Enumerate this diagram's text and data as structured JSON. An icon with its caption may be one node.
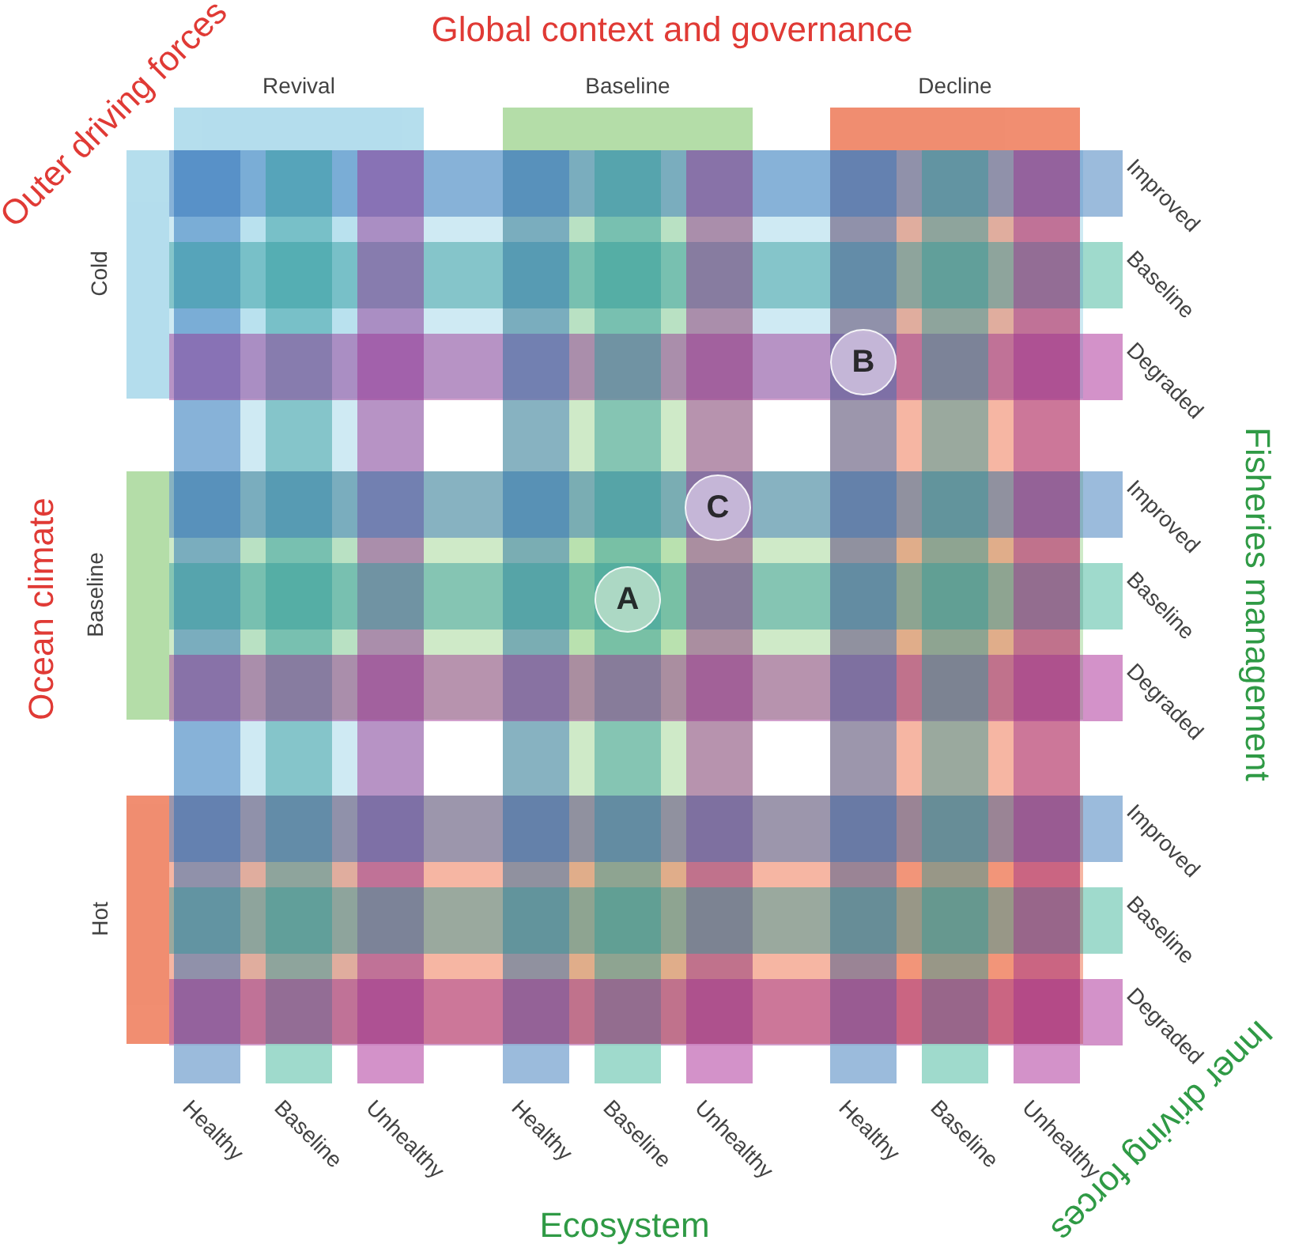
{
  "diagram": {
    "title": "Global context and governance",
    "nodes": [
      {
        "text": [
          "Revival"
        ]
      },
      {
        "text": [
          "Baseline"
        ]
      },
      {
        "text": [
          "Decline"
        ]
      },
      {
        "text": [
          "Cold"
        ]
      },
      {
        "text": [
          "Baseline"
        ]
      },
      {
        "text": [
          "Hot"
        ]
      },
      {
        "text": [
          "Improved"
        ]
      },
      {
        "text": [
          "Baseline"
        ]
      },
      {
        "text": [
          "Degraded"
        ]
      },
      {
        "text": [
          "Improved"
        ]
      },
      {
        "text": [
          "Baseline"
        ]
      },
      {
        "text": [
          "Degraded"
        ]
      },
      {
        "text": [
          "Improved"
        ]
      },
      {
        "text": [
          "Baseline"
        ]
      },
      {
        "text": [
          "Degraded"
        ]
      },
      {
        "text": [
          "B"
        ]
      },
      {
        "text": [
          "C"
        ]
      },
      {
        "text": [
          "A"
        ]
      },
      {
        "text": [
          "Healthy"
        ]
      },
      {
        "text": [
          "Baseline"
        ]
      },
      {
        "text": [
          "Unhealthy"
        ]
      },
      {
        "text": [
          "Healthy"
        ]
      },
      {
        "text": [
          "Baseline"
        ]
      },
      {
        "text": [
          "Unhealthy"
        ]
      },
      {
        "text": [
          "Healthy"
        ]
      },
      {
        "text": [
          "Baseline"
        ]
      },
      {
        "text": [
          "Unhealthy"
        ]
      }
    ],
    "labels": [
      "Outer driving forces",
      "Ocean climate",
      "Fisheries management",
      "Ecosystem",
      "Inner driving forces"
    ]
  }
}
